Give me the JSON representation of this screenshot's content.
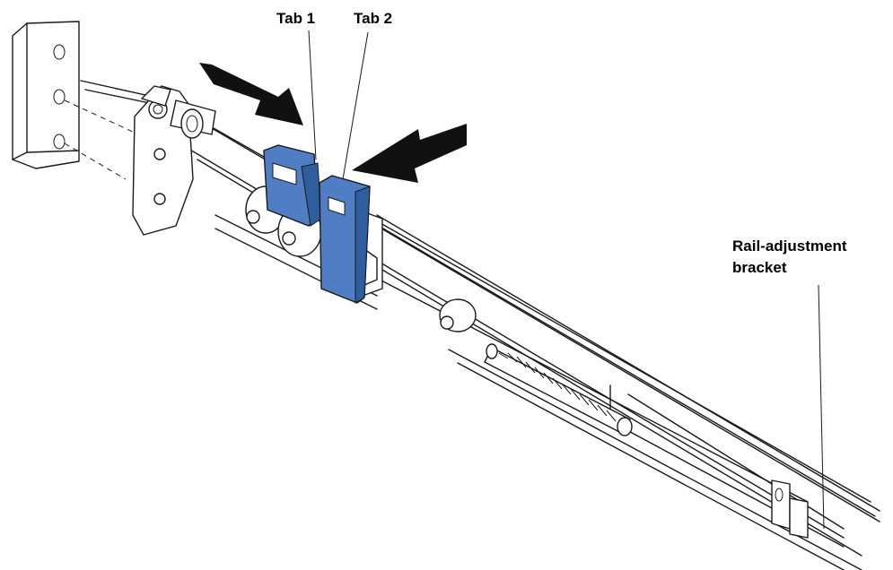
{
  "callouts": {
    "tab1": "Tab 1",
    "tab2": "Tab 2",
    "rail_line1": "Rail-adjustment",
    "rail_line2": "bracket"
  },
  "colors": {
    "tab_fill": "#4F7EC4",
    "tab_dark": "#2E5E9E",
    "arrow": "#111111",
    "line": "#1a1a1a"
  },
  "icons": [
    "push-arrow-right",
    "push-arrow-left"
  ]
}
